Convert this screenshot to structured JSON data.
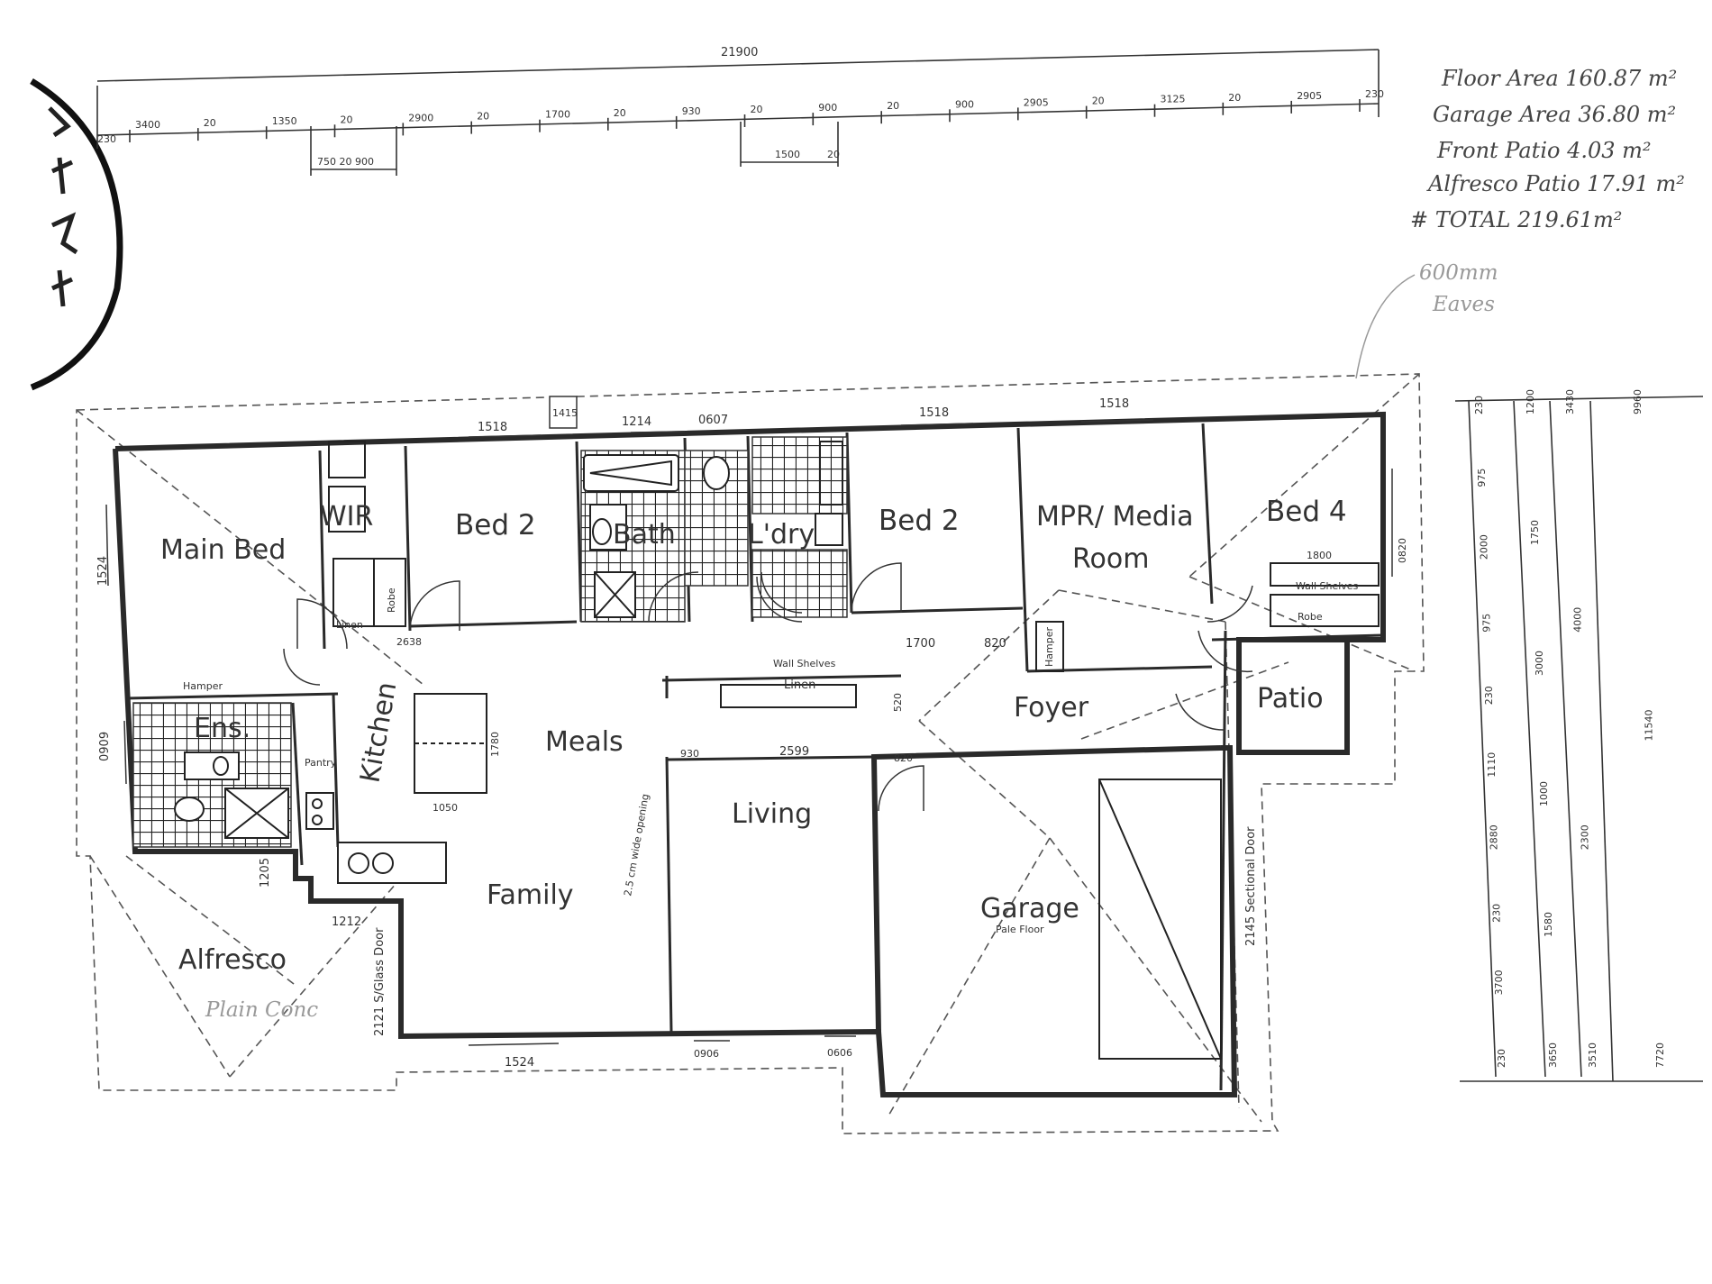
{
  "areas": {
    "floor": "Floor Area 160.87 m²",
    "garage": "Garage Area 36.80 m²",
    "front_patio": "Front Patio 4.03 m²",
    "alfresco": "Alfresco Patio 17.91 m²",
    "total": "# TOTAL 219.61m²"
  },
  "eaves_note": [
    "600mm",
    "Eaves"
  ],
  "rooms": {
    "main_bed": "Main Bed",
    "wir": "WIR",
    "bed2_left": "Bed 2",
    "bath": "Bath",
    "ldry": "L'dry",
    "bed2_right": "Bed 2",
    "mpr": "MPR/ Media",
    "mpr2": "Room",
    "bed4": "Bed 4",
    "ens": "Ens.",
    "kitchen": "Kitchen",
    "meals": "Meals",
    "foyer": "Foyer",
    "patio": "Patio",
    "living": "Living",
    "family": "Family",
    "garage": "Garage",
    "garage_sub": "Pale Floor",
    "alfresco": "Alfresco",
    "alfresco_note": "Plain Conc"
  },
  "labels": {
    "linen_left": "Linen",
    "robe_left": "Robe",
    "linen_mid": "Linen",
    "wall_shelves": "Wall Shelves",
    "robe_right": "Robe",
    "wall_shelves_right": "Wall Shelves",
    "hamper_left": "Hamper",
    "hamper_right": "Hamper",
    "pantry": "Pantry",
    "sliding_door": "2121 S/Glass Door",
    "sectional_door": "2145 Sectional Door",
    "opening": "2.5 cm wide opening"
  },
  "dimensions": {
    "overall_top": "21900",
    "top_chain": [
      "3400",
      "20",
      "1350",
      "20",
      "2900",
      "20",
      "1700",
      "20",
      "930",
      "20",
      "900",
      "20",
      "900",
      "2905",
      "20",
      "3125",
      "20",
      "2905",
      "230"
    ],
    "top_sub1": "750 20 900",
    "top_sub2": "1500",
    "top_sub2_end": "20",
    "top_start": "230",
    "win_1518_a": "1518",
    "win_1214": "1214",
    "win_0607": "0607",
    "win_1518_b": "1518",
    "win_1518_c": "1518",
    "vent": "1415",
    "win_1524_left": "1524",
    "win_0909": "0909",
    "win_1205": "1205",
    "win_1212": "1212",
    "win_1524_bottom": "1524",
    "win_0906": "0906",
    "win_0606": "0606",
    "win_1800": "1800",
    "win_0820": "0820",
    "d_2638": "2638",
    "d_1700": "1700",
    "d_820": "820",
    "d_930": "930",
    "d_2599": "2599",
    "d_1780": "1780",
    "d_1050": "1050",
    "d_820b": "820",
    "d_520": "520",
    "right_chain": [
      "230",
      "975",
      "2000",
      "975",
      "230",
      "1110",
      "2880",
      "230",
      "3700",
      "230"
    ],
    "right_chain2": [
      "1200",
      "1750",
      "3000",
      "1000",
      "1580",
      "3650"
    ],
    "right_chain3": [
      "3430",
      "4000",
      "2300",
      "3510"
    ],
    "right_totals": [
      "9960",
      "11540",
      "7720"
    ]
  }
}
